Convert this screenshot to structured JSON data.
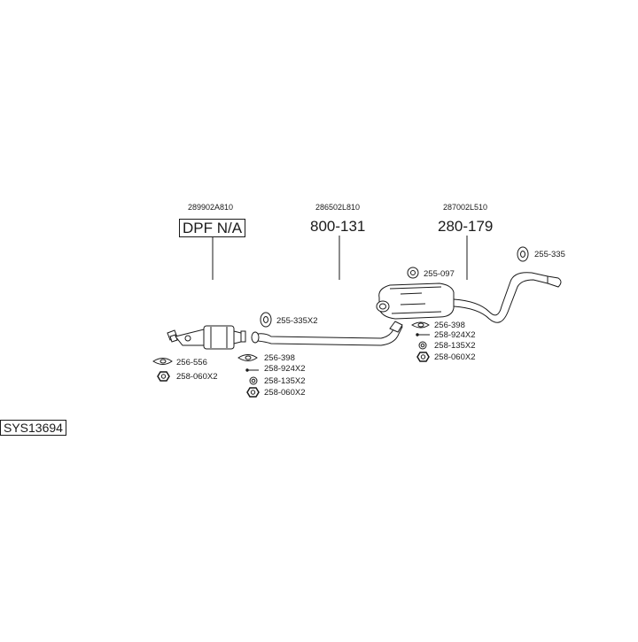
{
  "system_code": "SYS13694",
  "sections": {
    "dpf": {
      "oem": "289902A810",
      "label": "DPF N/A"
    },
    "middle": {
      "oem": "286502L810",
      "label": "800-131"
    },
    "rear": {
      "oem": "287002L510",
      "label": "280-179"
    }
  },
  "parts": {
    "p255_335": "255-335",
    "p255_097": "255-097",
    "p255_335x2": "255-335X2",
    "rear_256_398": "256-398",
    "rear_258_924x2": "258-924X2",
    "rear_258_135x2": "258-135X2",
    "rear_258_060x2": "258-060X2",
    "p256_556": "256-556",
    "front_258_060x2": "258-060X2",
    "mid_256_398": "256-398",
    "mid_258_924x2": "258-924X2",
    "mid_258_135x2": "258-135X2",
    "mid_258_060x2": "258-060X2"
  },
  "colors": {
    "line": "#1a1a1a",
    "fill": "#ffffff",
    "shade": "#9a9a9a"
  }
}
